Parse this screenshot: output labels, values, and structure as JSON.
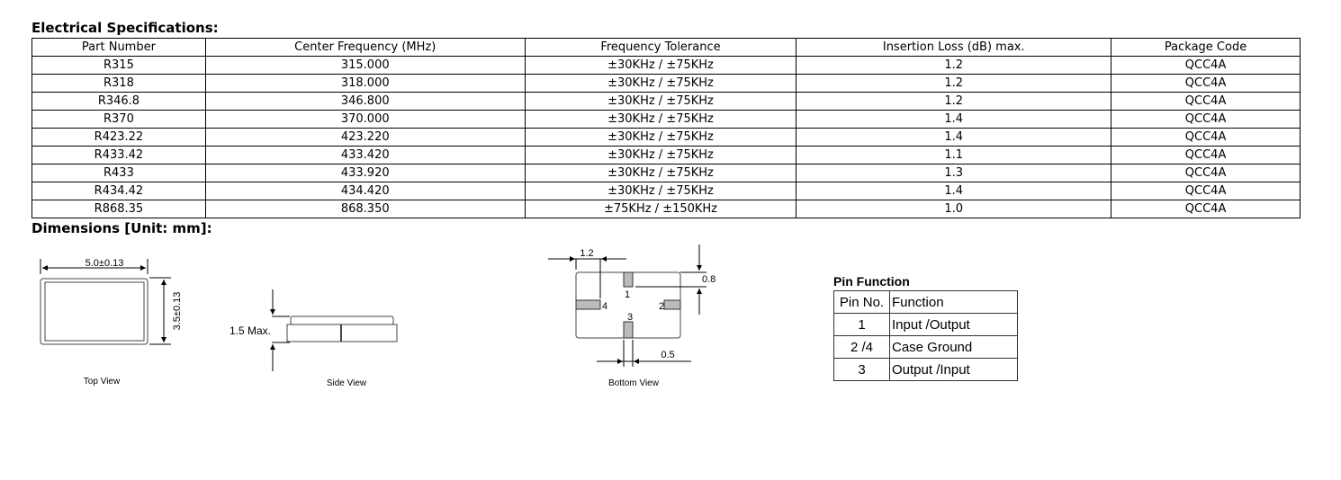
{
  "electrical": {
    "title": "Electrical Specifications:",
    "headers": [
      "Part Number",
      "Center Frequency (MHz)",
      "Frequency Tolerance",
      "Insertion Loss (dB) max.",
      "Package Code"
    ],
    "rows": [
      [
        "R315",
        "315.000",
        "±30KHz / ±75KHz",
        "1.2",
        "QCC4A"
      ],
      [
        "R318",
        "318.000",
        "±30KHz / ±75KHz",
        "1.2",
        "QCC4A"
      ],
      [
        "R346.8",
        "346.800",
        "±30KHz / ±75KHz",
        "1.2",
        "QCC4A"
      ],
      [
        "R370",
        "370.000",
        "±30KHz / ±75KHz",
        "1.4",
        "QCC4A"
      ],
      [
        "R423.22",
        "423.220",
        "±30KHz / ±75KHz",
        "1.4",
        "QCC4A"
      ],
      [
        "R433.42",
        "433.420",
        "±30KHz / ±75KHz",
        "1.1",
        "QCC4A"
      ],
      [
        "R433",
        "433.920",
        "±30KHz / ±75KHz",
        "1.3",
        "QCC4A"
      ],
      [
        "R434.42",
        "434.420",
        "±30KHz / ±75KHz",
        "1.4",
        "QCC4A"
      ],
      [
        "R868.35",
        "868.350",
        "±75KHz / ±150KHz",
        "1.0",
        "QCC4A"
      ]
    ]
  },
  "dimensions": {
    "title": "Dimensions [Unit: mm]:",
    "top": {
      "width": "5.0±0.13",
      "height": "3.5±0.13",
      "caption": "Top View"
    },
    "side": {
      "height": "1.5 Max.",
      "caption": "Side View"
    },
    "bottom": {
      "pad_offset": "1.2",
      "pad_length": "0.8",
      "pad_width": "0.5",
      "pins": [
        "1",
        "2",
        "3",
        "4"
      ],
      "caption": "Bottom View"
    }
  },
  "pin_function": {
    "title": "Pin Function",
    "headers": [
      "Pin No.",
      "Function"
    ],
    "rows": [
      [
        "1",
        "Input /Output"
      ],
      [
        "2 /4",
        "Case Ground"
      ],
      [
        "3",
        "Output /Input"
      ]
    ]
  }
}
